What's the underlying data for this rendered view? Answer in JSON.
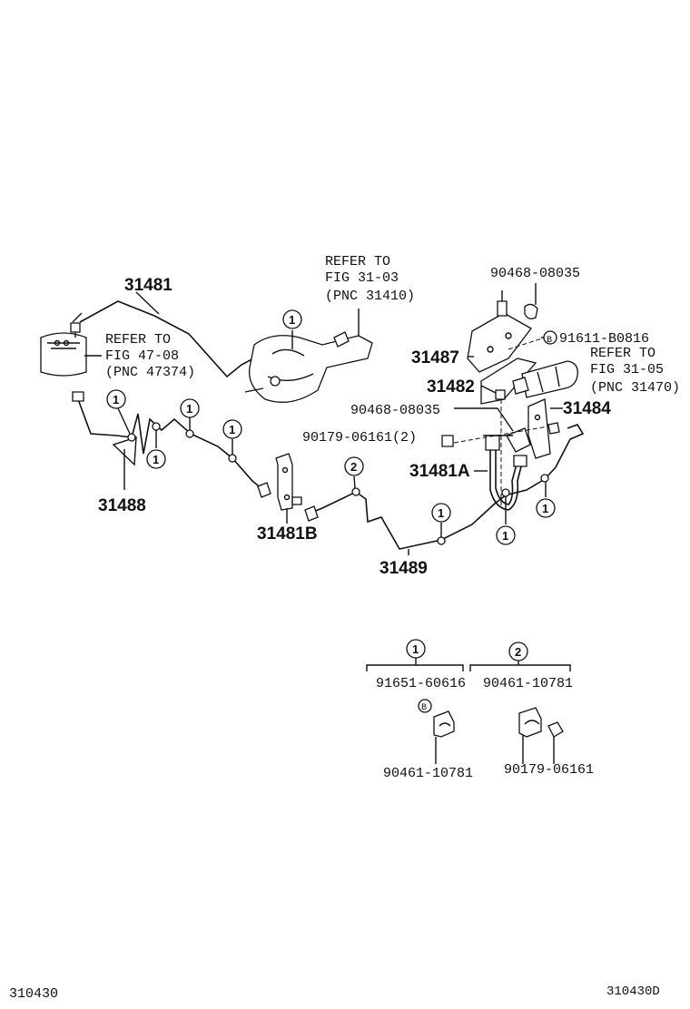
{
  "parts": {
    "p31481": "31481",
    "p31488": "31488",
    "p31481b": "31481B",
    "p31489": "31489",
    "p31481a": "31481A",
    "p31487": "31487",
    "p31482": "31482",
    "p31484": "31484",
    "p90468_top": "90468-08035",
    "p91611": "91611-B0816",
    "p90468_mid": "90468-08035",
    "p90179_2": "90179-06161(2)"
  },
  "refs": {
    "ref_47": {
      "l1": "REFER TO",
      "l2": "FIG 47-08",
      "l3": "(PNC 47374)"
    },
    "ref_31_03": {
      "l1": "REFER TO",
      "l2": "FIG 31-03",
      "l3": "(PNC 31410)"
    },
    "ref_31_05": {
      "l1": "REFER TO",
      "l2": "FIG 31-05",
      "l3": "(PNC 31470)"
    }
  },
  "callouts": {
    "one": "1",
    "two": "2",
    "b": "B"
  },
  "legend": {
    "group1_key": "1",
    "group2_key": "2",
    "g1_part_a": "91651-60616",
    "g1_part_b": "90461-10781",
    "g2_part_a": "90461-10781",
    "g2_part_b": "90179-06161"
  },
  "footer": {
    "left_code": "310430",
    "right_code": "310430D"
  }
}
